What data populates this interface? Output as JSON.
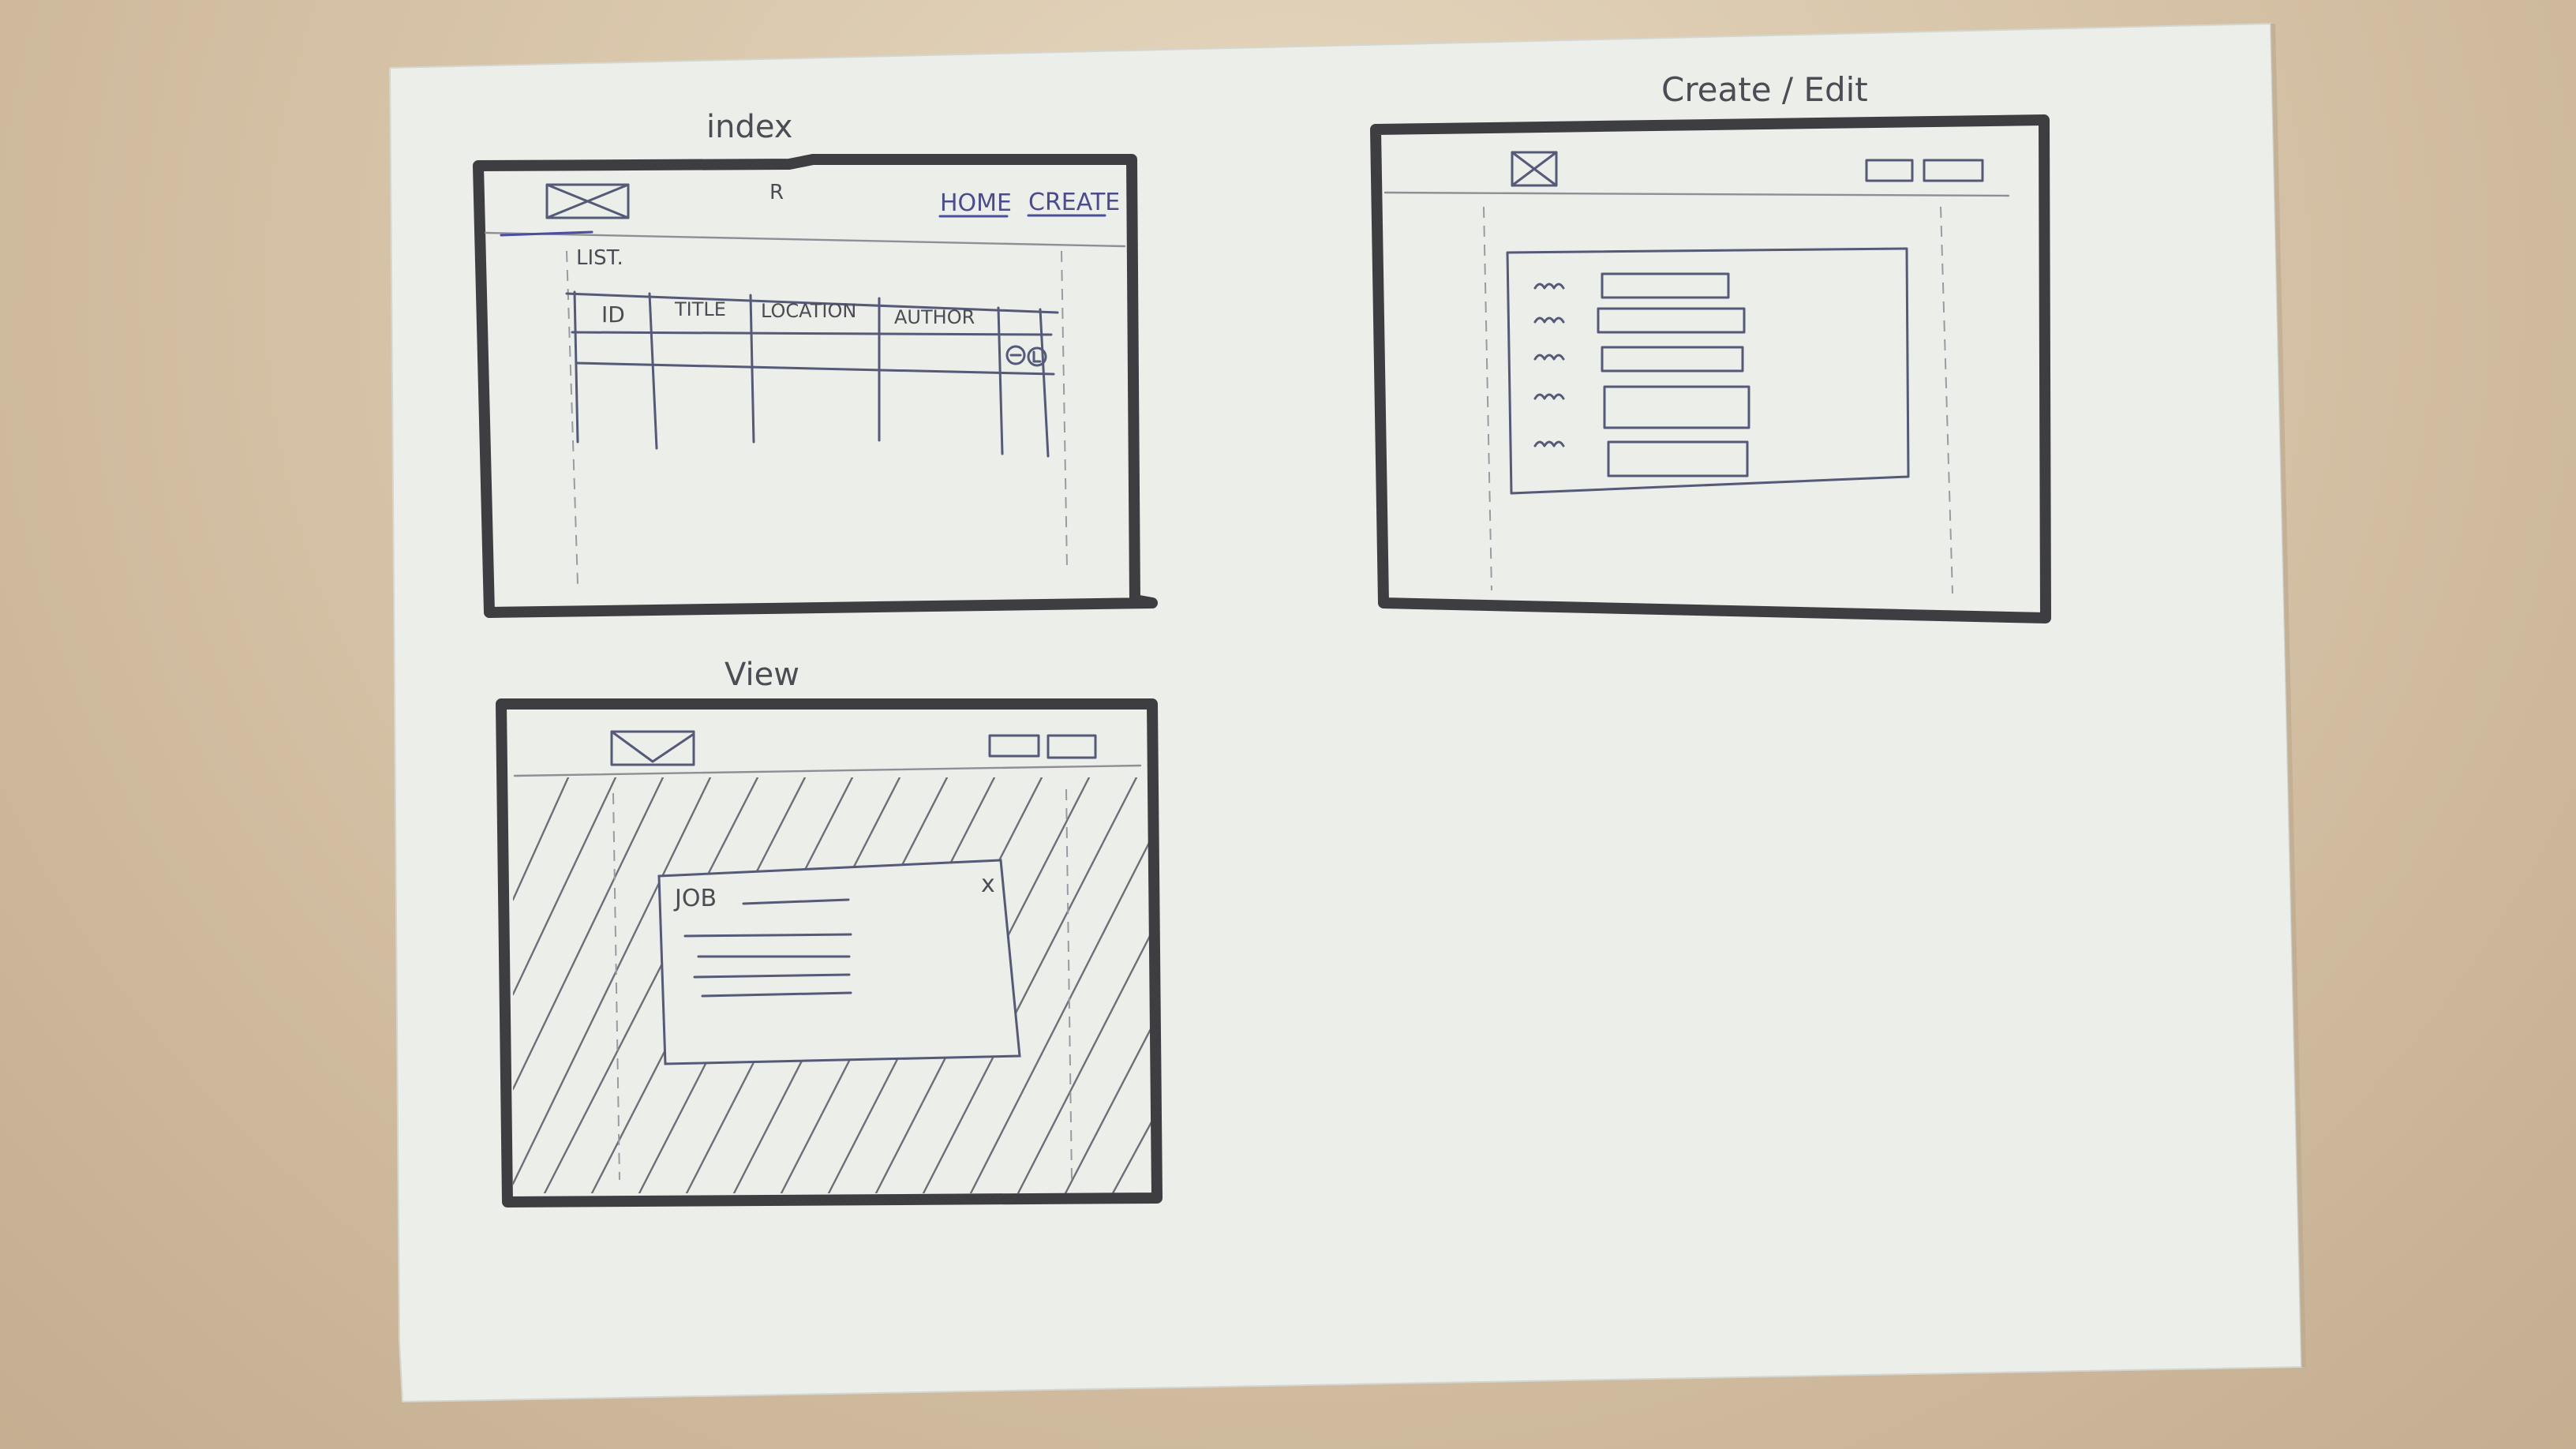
{
  "sketches": {
    "index": {
      "title": "index",
      "nav": {
        "home": "HOME",
        "create": "CREATE"
      },
      "list_label": "LIST.",
      "table": {
        "columns": [
          "ID",
          "TITLE",
          "LOCATION",
          "AUTHOR"
        ]
      }
    },
    "create_edit": {
      "title": "Create / Edit"
    },
    "view": {
      "title": "View",
      "modal": {
        "heading": "JOB",
        "close": "x"
      }
    }
  },
  "colors": {
    "paper": "#eceee9",
    "table_surface": "#d8c7ae",
    "frame": "#3e3e42",
    "ink_blue": "#4b4fa0"
  }
}
